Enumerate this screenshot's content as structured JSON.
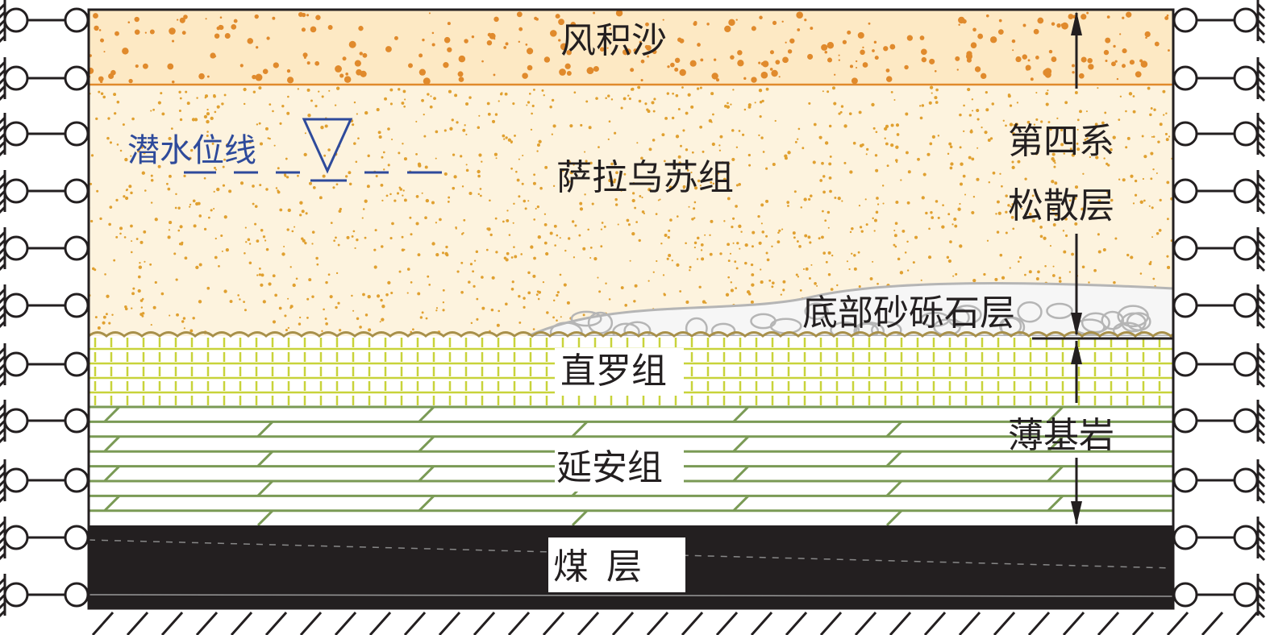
{
  "layers": {
    "aeolian_sand": "风积沙",
    "salawusu": "萨拉乌苏组",
    "basal_gravel": "底部砂砾石层",
    "zhiluo": "直罗组",
    "yanan": "延安组",
    "coal": "煤层"
  },
  "annotations": {
    "water_table": "潜水位线",
    "quaternary_line1": "第四系",
    "quaternary_line2": "松散层",
    "thin_bedrock": "薄基岩"
  },
  "colors": {
    "sand_orange": "#e08a2c",
    "salawusu_dot": "#e0a030",
    "gravel_gray": "#b5b5b5",
    "zhiluo_yellow": "#c8d33a",
    "yanan_green": "#7a9a55",
    "coal_black": "#231f20",
    "water_blue": "#2e4a9b",
    "unconformity": "#a8904a"
  }
}
